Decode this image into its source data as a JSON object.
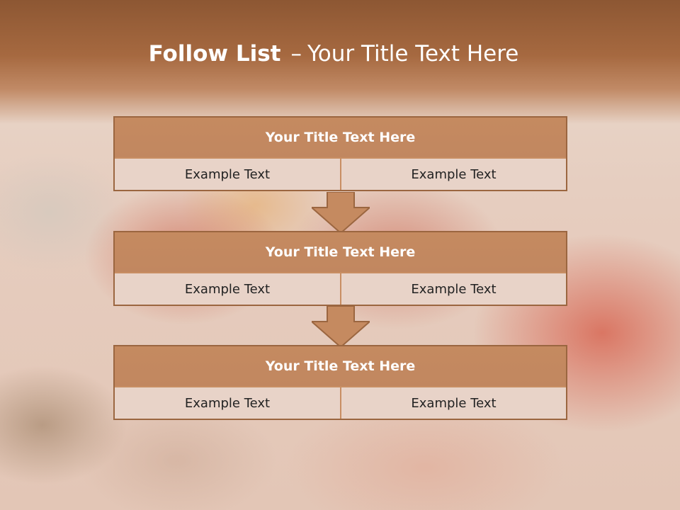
{
  "title": {
    "bold": "Follow List",
    "dash": "–",
    "rest": "Your Title Text Here"
  },
  "steps": [
    {
      "title": "Your Title Text Here",
      "left": "Example Text",
      "right": "Example Text"
    },
    {
      "title": "Your Title Text Here",
      "left": "Example Text",
      "right": "Example Text"
    },
    {
      "title": "Your Title Text Here",
      "left": "Example Text",
      "right": "Example Text"
    }
  ],
  "colors": {
    "header": "#a66940",
    "box_title": "#c58a60",
    "box_border": "#9b6640",
    "cell": "#e8d3c8",
    "arrow": "#c58a60"
  }
}
